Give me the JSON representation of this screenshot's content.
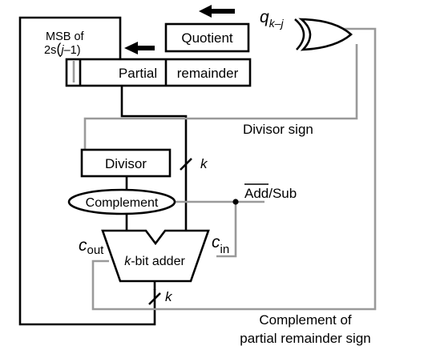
{
  "diagram": {
    "quotient_label": "Quotient",
    "partial_label": "Partial",
    "remainder_label": "remainder",
    "msb_label_line1": "MSB of",
    "msb_label_2s": "2s",
    "msb_label_paren_open": "(",
    "msb_label_j": "j",
    "msb_label_minus1": "–1)",
    "q_symbol": "q",
    "q_subscript": "k–j",
    "divisor_sign_label": "Divisor sign",
    "divisor_label": "Divisor",
    "complement_label": "Complement",
    "k_label_top": "k",
    "k_label_bottom": "k",
    "addsub_add": "Add",
    "addsub_sub": "/Sub",
    "c_symbol_out": "c",
    "c_out_subscript": "out",
    "c_symbol_in": "c",
    "c_in_subscript": "in",
    "adder_k": "k",
    "adder_rest": "-bit adder",
    "comp_partial_line1": "Complement of",
    "comp_partial_line2": "partial remainder sign"
  },
  "colors": {
    "black_wire": "#000000",
    "gray_wire": "#9a9a9a",
    "background": "#ffffff"
  }
}
